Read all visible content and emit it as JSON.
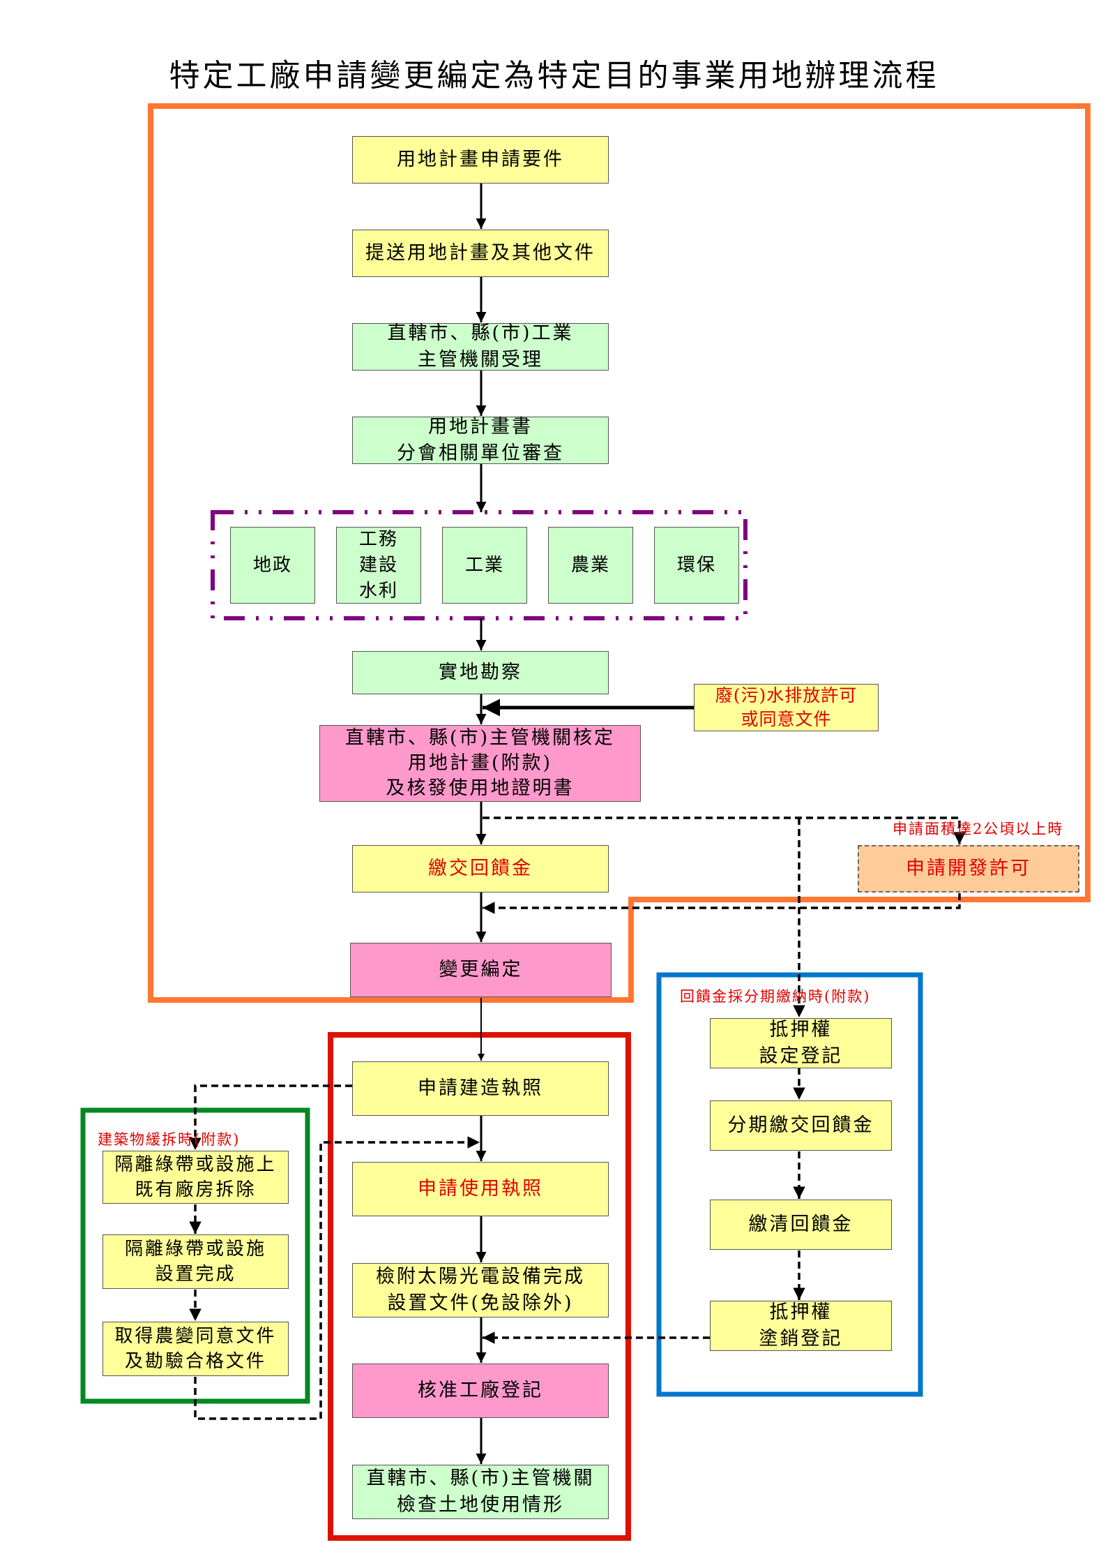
{
  "title": "特定工廠申請變更編定為特定目的事業用地辦理流程",
  "colors": {
    "orange_frame": "#ff7733",
    "red_frame": "#dd1100",
    "blue_frame": "#0077cc",
    "green_frame": "#008822",
    "purple_group": "#800080",
    "yellow_box": "#ffff99",
    "green_box": "#ccffcc",
    "pink_box": "#ff99cc",
    "peach_box": "#ffcc99",
    "red_text": "#e00000"
  },
  "main_flow": {
    "step1": "用地計畫申請要件",
    "step2": "提送用地計畫及其他文件",
    "step3": "直轄市、縣(市)工業\n主管機關受理",
    "step4": "用地計畫書\n分會相關單位審查",
    "departments": [
      "地政",
      "工務\n建設\n水利",
      "工業",
      "農業",
      "環保"
    ],
    "step5": "實地勘察",
    "wastewater": "廢(污)水排放許可\n或同意文件",
    "step6": "直轄市、縣(市)主管機關核定\n用地計畫(附款)\n及核發使用地證明書",
    "step7": "繳交回饋金",
    "step8": "變更編定",
    "dev_permit_note": "申請面積達2公頃以上時",
    "dev_permit": "申請開發許可"
  },
  "red_section": {
    "step1": "申請建造執照",
    "step2": "申請使用執照",
    "step3": "檢附太陽光電設備完成\n設置文件(免設除外)",
    "step4": "核准工廠登記",
    "step5": "直轄市、縣(市)主管機關\n檢查土地使用情形"
  },
  "blue_section": {
    "note": "回饋金採分期繳納時(附款)",
    "step1": "抵押權\n設定登記",
    "step2": "分期繳交回饋金",
    "step3": "繳清回饋金",
    "step4": "抵押權\n塗銷登記"
  },
  "green_section": {
    "note": "建築物緩拆時(附款)",
    "step1": "隔離綠帶或設施上\n既有廠房拆除",
    "step2": "隔離綠帶或設施\n設置完成",
    "step3": "取得農變同意文件\n及勘驗合格文件"
  }
}
